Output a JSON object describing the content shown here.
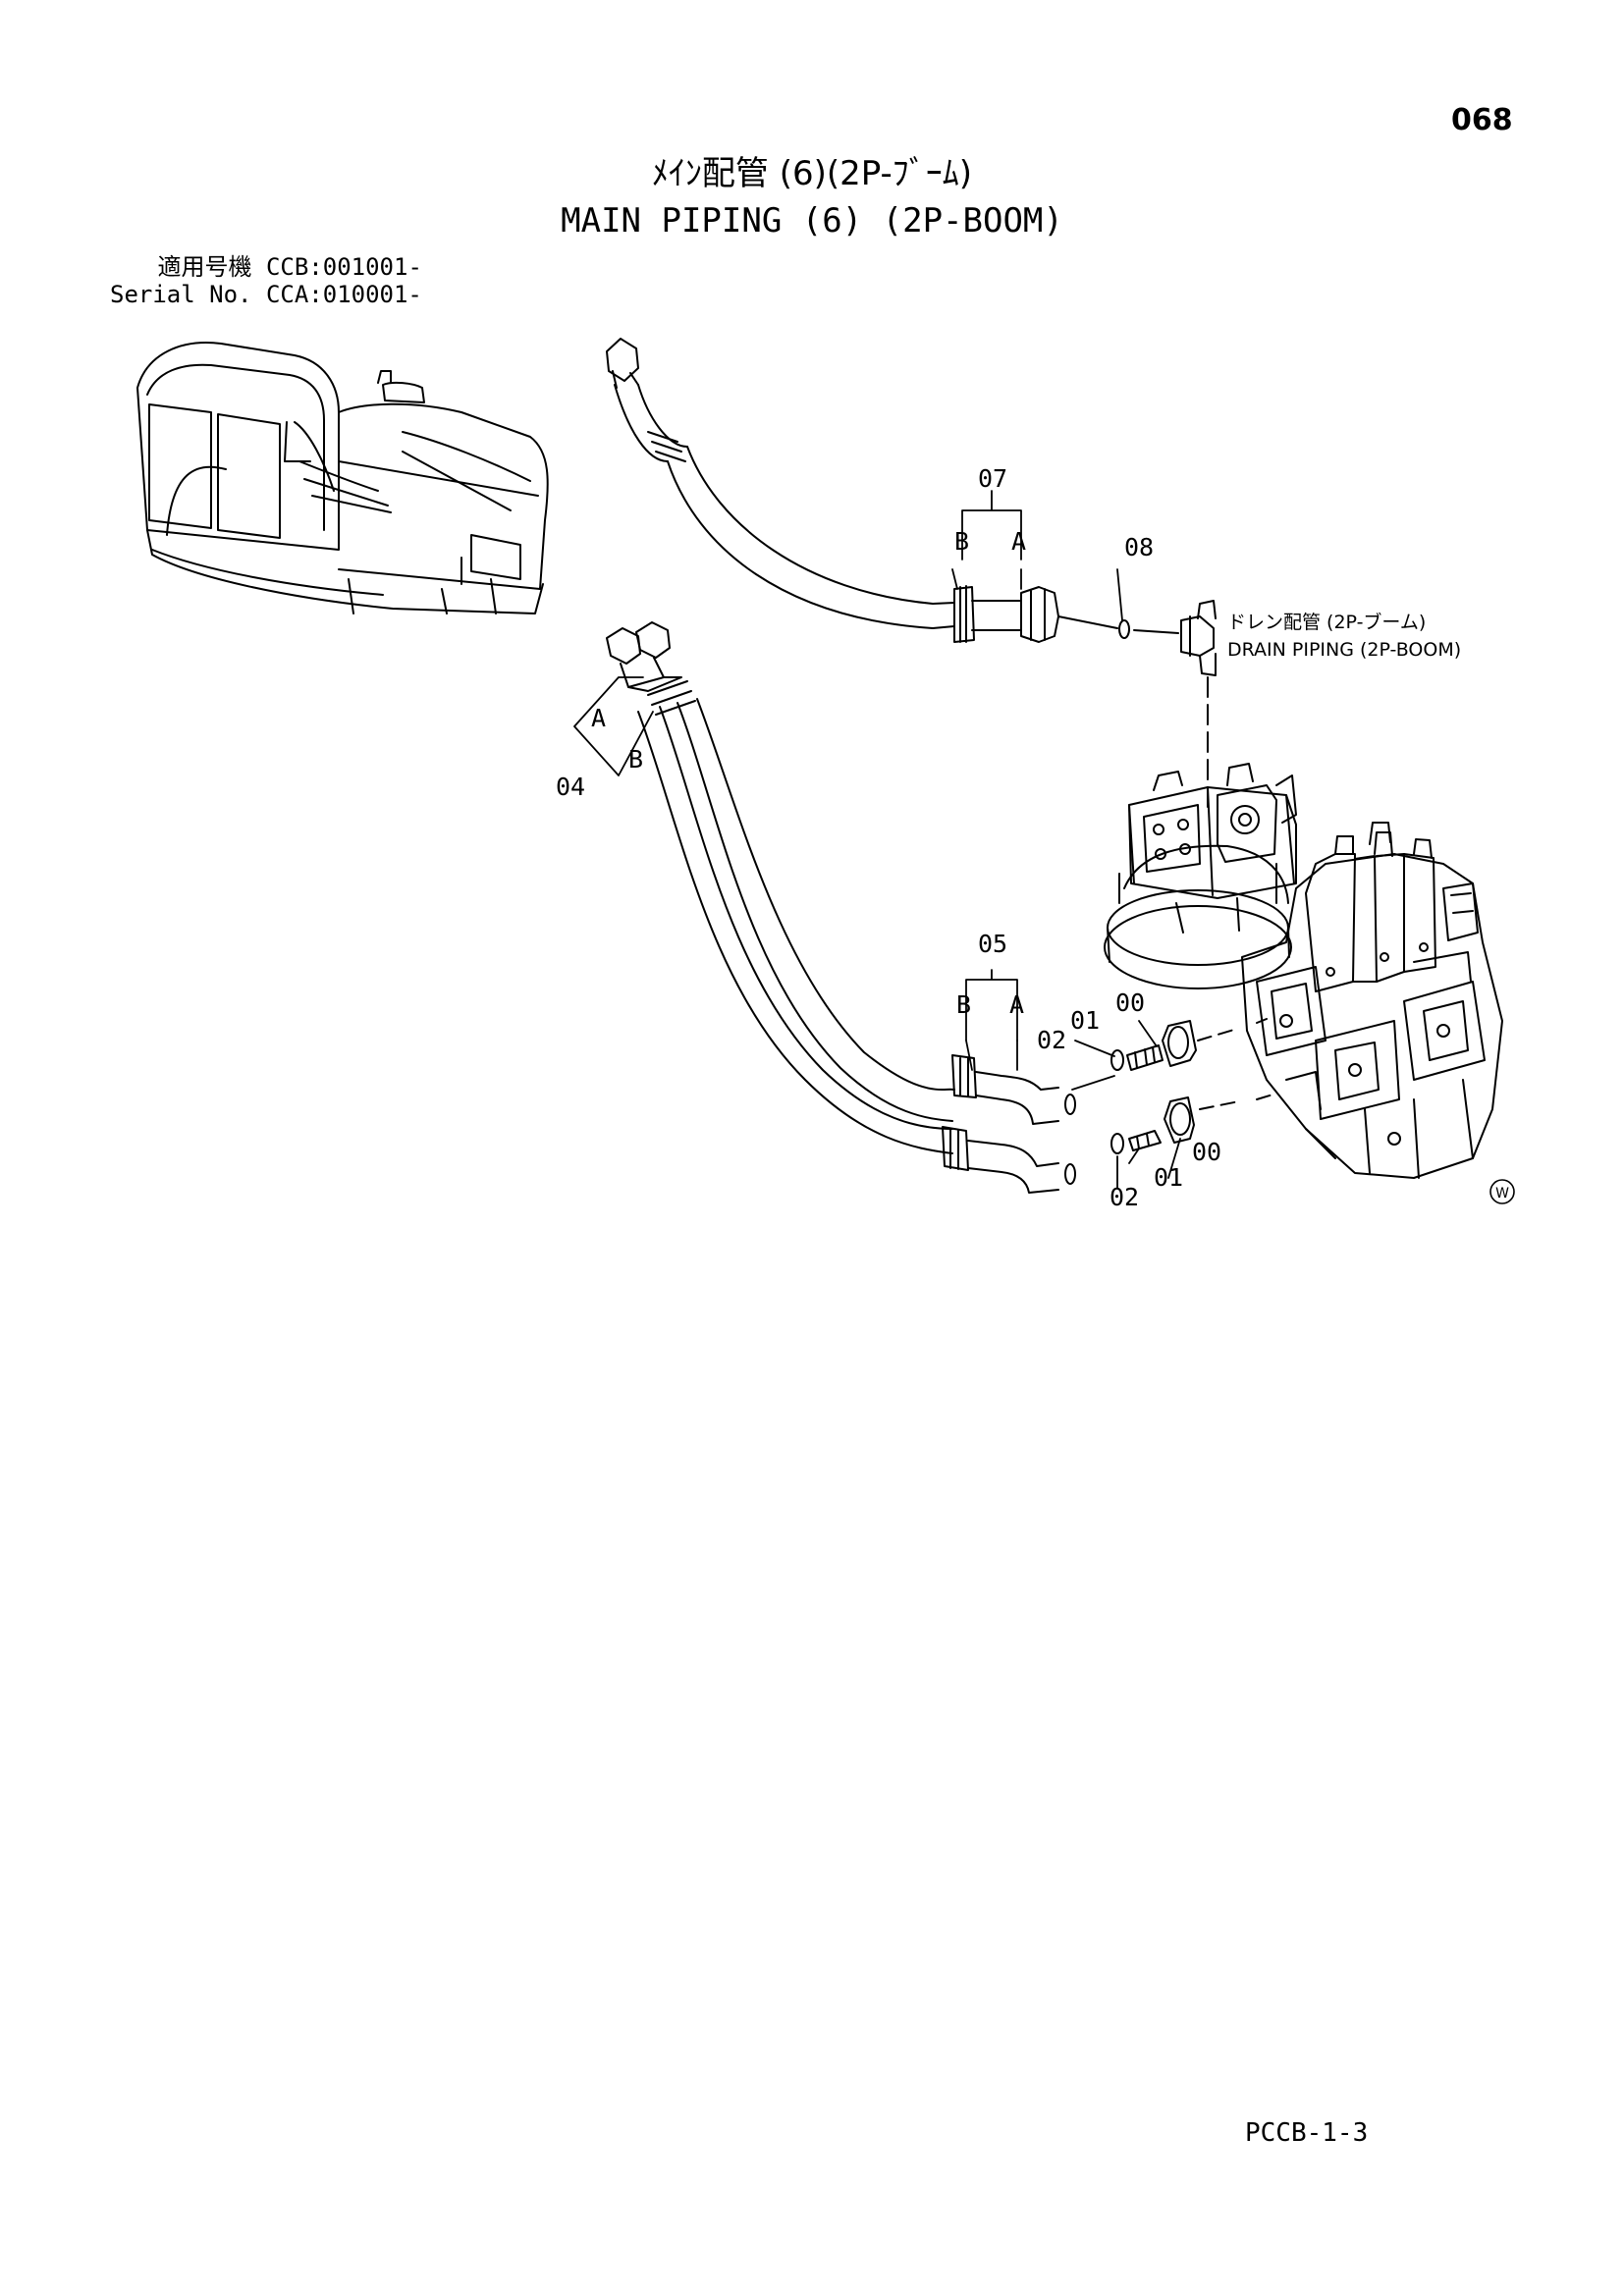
{
  "header": {
    "page_number": "068",
    "title_jp": "ﾒｲﾝ配管 (6)(2P-ﾌﾞｰﾑ)",
    "title_en": "MAIN PIPING (6) (2P-BOOM)"
  },
  "serial": {
    "line1": "適用号機 CCB:001001-",
    "line2": "Serial No. CCA:010001-"
  },
  "callouts": {
    "p07": "07",
    "p08": "08",
    "p04": "04",
    "p05": "05",
    "p00_top": "00",
    "p01_top": "01",
    "p02_top": "02",
    "p00_bot": "00",
    "p01_bot": "01",
    "p02_bot": "02",
    "a07": "A",
    "b07": "B",
    "a04": "A",
    "b04": "B",
    "a05": "A",
    "b05": "B"
  },
  "drain": {
    "label_jp": "ドレン配管 (2P-ブーム)",
    "label_en": "DRAIN PIPING (2P-BOOM)"
  },
  "marker": "W",
  "footer": {
    "code": "PCCB-1-3"
  }
}
